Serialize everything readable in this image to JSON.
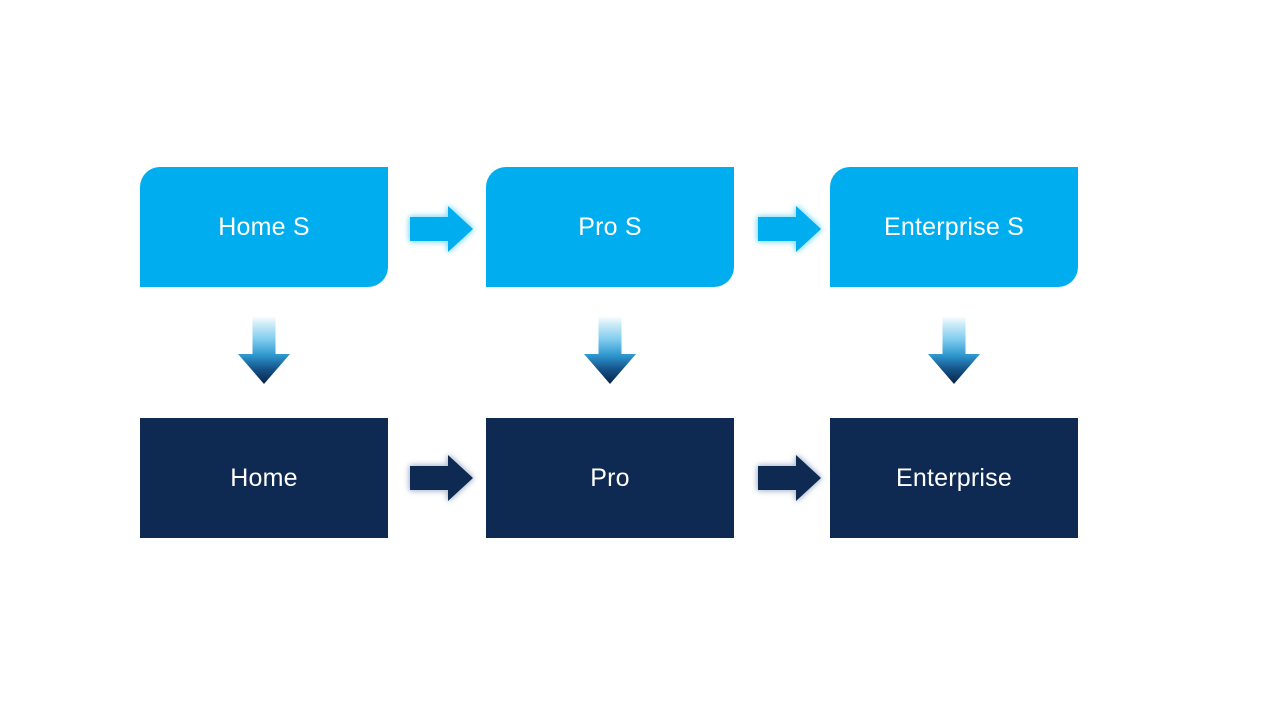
{
  "diagram": {
    "top_row": [
      {
        "label": "Home S"
      },
      {
        "label": "Pro S"
      },
      {
        "label": "Enterprise S"
      }
    ],
    "bottom_row": [
      {
        "label": "Home"
      },
      {
        "label": "Pro"
      },
      {
        "label": "Enterprise"
      }
    ],
    "colors": {
      "light_blue": "#00AEEF",
      "dark_navy": "#0E2A52",
      "text_color": "#FFFFFF",
      "light_glow": "#93DFF9",
      "dark_glow": "#B6C3D4",
      "background": "#FFFFFF"
    },
    "icons": {
      "horizontal_connector": "right-arrow-icon",
      "vertical_connector": "down-arrow-icon"
    }
  }
}
